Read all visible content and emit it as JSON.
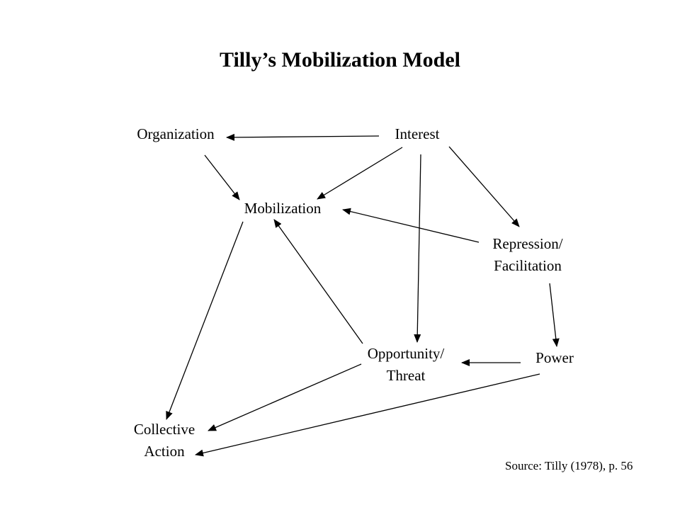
{
  "title": "Tilly’s Mobilization Model",
  "nodes": {
    "organization": [
      "Organization"
    ],
    "interest": [
      "Interest"
    ],
    "mobilization": [
      "Mobilization"
    ],
    "repression": [
      "Repression/",
      "Facilitation"
    ],
    "opportunity": [
      "Opportunity/",
      "Threat"
    ],
    "power": [
      "Power"
    ],
    "collective_action": [
      "Collective",
      "Action"
    ]
  },
  "edges": [
    {
      "from": "Interest",
      "to": "Organization"
    },
    {
      "from": "Interest",
      "to": "Mobilization"
    },
    {
      "from": "Interest",
      "to": "Opportunity/Threat"
    },
    {
      "from": "Interest",
      "to": "Repression/Facilitation"
    },
    {
      "from": "Organization",
      "to": "Mobilization"
    },
    {
      "from": "Repression/Facilitation",
      "to": "Mobilization"
    },
    {
      "from": "Repression/Facilitation",
      "to": "Power"
    },
    {
      "from": "Opportunity/Threat",
      "to": "Mobilization"
    },
    {
      "from": "Power",
      "to": "Opportunity/Threat"
    },
    {
      "from": "Mobilization",
      "to": "Collective Action"
    },
    {
      "from": "Opportunity/Threat",
      "to": "Collective Action"
    },
    {
      "from": "Power",
      "to": "Collective Action"
    }
  ],
  "source_note": "Source: Tilly (1978), p. 56"
}
